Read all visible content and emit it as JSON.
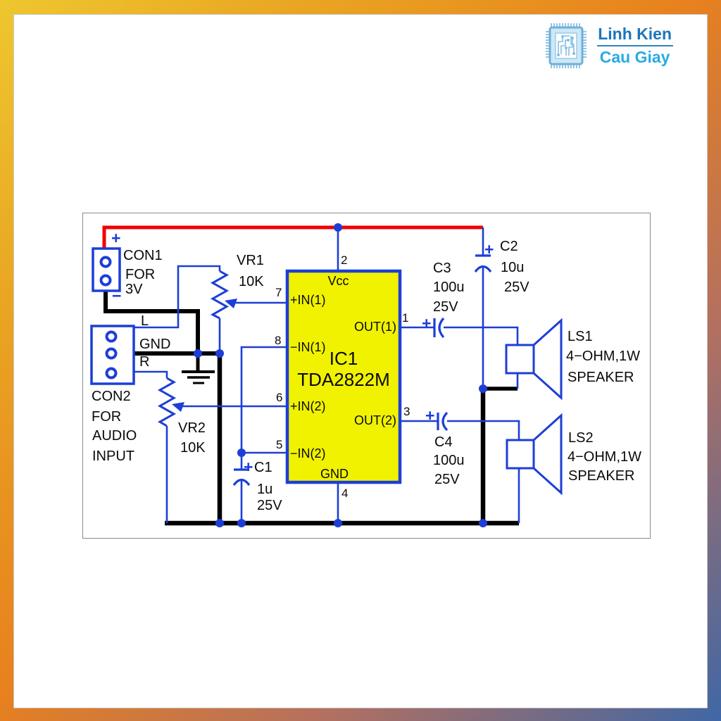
{
  "logo": {
    "brand_top": "Linh Kien",
    "brand_bottom": "Cau Giay"
  },
  "colors": {
    "wire_blue": "#1d3ed6",
    "wire_red": "#f00000",
    "wire_black": "#000000",
    "ic_fill": "#f0f200",
    "frame_yellow": "#eec72f",
    "frame_orange": "#e8811e",
    "frame_blue": "#3f67a6"
  },
  "ic": {
    "designator": "IC1",
    "part_number": "TDA2822M",
    "vcc_label": "Vcc",
    "gnd_label": "GND",
    "top_pin_num": "2",
    "bottom_pin_num": "4",
    "left_pins": [
      {
        "num": "7",
        "label": "+IN(1)"
      },
      {
        "num": "8",
        "label": "−IN(1)"
      },
      {
        "num": "6",
        "label": "+IN(2)"
      },
      {
        "num": "5",
        "label": "−IN(2)"
      }
    ],
    "right_pins": [
      {
        "num": "1",
        "label": "OUT(1)"
      },
      {
        "num": "3",
        "label": "OUT(2)"
      }
    ]
  },
  "connectors": {
    "con1": {
      "title_lines": [
        "CON1",
        "FOR",
        "3V"
      ],
      "plus": "+",
      "minus": "−"
    },
    "con2": {
      "title_lines": [
        "CON2",
        "FOR",
        "AUDIO",
        "INPUT"
      ],
      "pin_labels": [
        "L",
        "GND",
        "R"
      ]
    }
  },
  "potentiometers": [
    {
      "ref": "VR1",
      "value": "10K"
    },
    {
      "ref": "VR2",
      "value": "10K"
    }
  ],
  "capacitors": [
    {
      "ref": "C1",
      "value": "1u",
      "voltage": "25V",
      "polarity": "+"
    },
    {
      "ref": "C2",
      "value": "10u",
      "voltage": "25V",
      "polarity": "+"
    },
    {
      "ref": "C3",
      "value": "100u",
      "voltage": "25V",
      "polarity": "+"
    },
    {
      "ref": "C4",
      "value": "100u",
      "voltage": "25V",
      "polarity": "+"
    }
  ],
  "speakers": [
    {
      "ref": "LS1",
      "spec": "4−OHM,1W",
      "type": "SPEAKER"
    },
    {
      "ref": "LS2",
      "spec": "4−OHM,1W",
      "type": "SPEAKER"
    }
  ]
}
